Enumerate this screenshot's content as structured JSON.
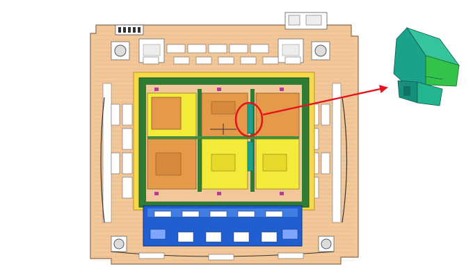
{
  "figure": {
    "background": "#ffffff",
    "mold_base_color": "#f2c79a",
    "mold_outline_color": "#8a6a4a",
    "cavity_orange": "#e59a4a",
    "cavity_yellow": "#f3ea3a",
    "frame_green": "#2f7d32",
    "frame_yellow": "#f7c21a",
    "blue_block": "#1f5fd0",
    "highlight_circle_color": "#e3141b",
    "arrow_color": "#e3141b",
    "part_teal": "#1aa38a",
    "part_green": "#33c24a",
    "cavity_grid": {
      "rows": 2,
      "cols": 3
    },
    "highlight_target": "slider-insert"
  }
}
